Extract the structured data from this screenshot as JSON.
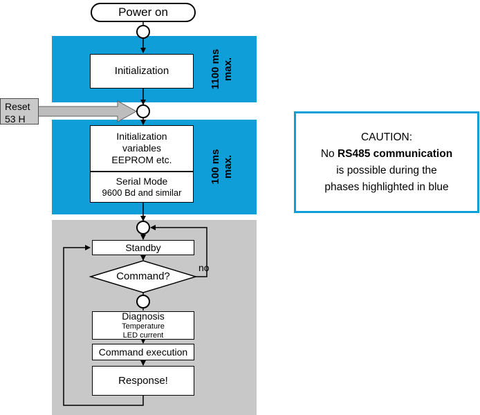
{
  "colors": {
    "phase_highlight_blue": "#0f9ed8",
    "loop_region_gray": "#c8c8c8",
    "reset_box_gray": "#c9c9c9",
    "reset_arrow_gray": "#bdbdbd",
    "caution_border_blue": "#0f9ed8",
    "box_border": "#000000"
  },
  "flow": {
    "power_on": "Power on",
    "initialization": "Initialization",
    "phase1_duration_line1": "1100 ms",
    "phase1_duration_line2": "max.",
    "reset_line1": "Reset",
    "reset_line2": "53 H",
    "init_variables_line1": "Initialization",
    "init_variables_line2": "variables",
    "init_variables_line3": "EEPROM etc.",
    "serial_mode_line1": "Serial Mode",
    "serial_mode_line2": "9600 Bd and similar",
    "phase2_duration_line1": "100 ms",
    "phase2_duration_line2": "max.",
    "standby": "Standby",
    "command_decision": "Command?",
    "no_branch": "no",
    "diagnosis_line1": "Diagnosis",
    "diagnosis_line2": "Temperature",
    "diagnosis_line3": "LED current",
    "command_execution": "Command execution",
    "response": "Response!"
  },
  "caution": {
    "title": "CAUTION:",
    "line2_normal": "No ",
    "line2_bold": "RS485 communication",
    "line3": "is possible during the",
    "line4": "phases highlighted in blue"
  }
}
